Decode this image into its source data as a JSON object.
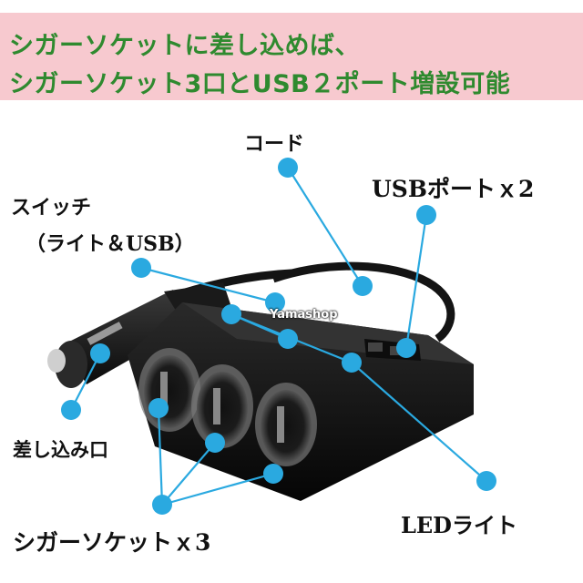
{
  "banner": {
    "line1": "シガーソケットに差し込めば、",
    "line2": "シガーソケット3口とUSB２ポート増設可能"
  },
  "labels": {
    "code": "コード",
    "usb_ports": "USBポートｘ2",
    "switch_line1": "スイッチ",
    "switch_line2": "（ライト＆USB）",
    "plug": "差し込み口",
    "led_light": "LEDライト",
    "cigar_sockets": "シガーソケットｘ3"
  },
  "watermark": "Yamashop",
  "colors": {
    "banner_bg": "#f7c9cf",
    "banner_text": "#2f8a2f",
    "marker": "#2aa9e0"
  }
}
